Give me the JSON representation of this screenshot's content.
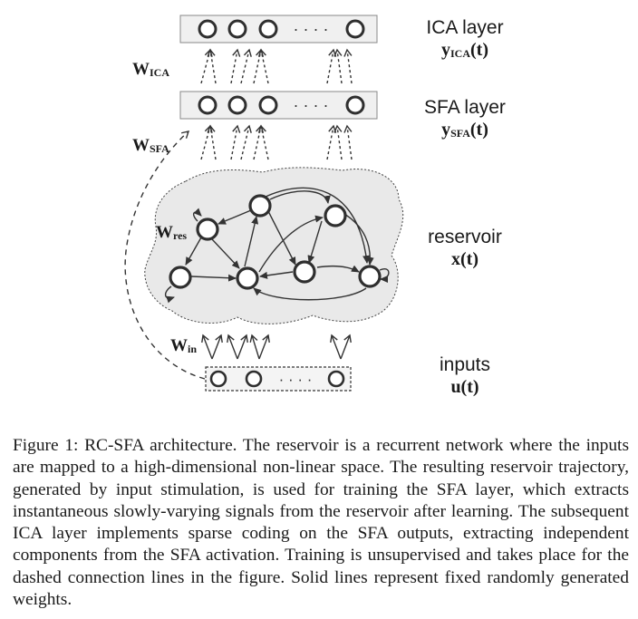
{
  "layers": {
    "ica": {
      "name": "ICA layer",
      "output_symbol": "y",
      "output_subscript": "ICA",
      "output_arg": "(t)",
      "weight_symbol": "W",
      "weight_subscript": "ICA"
    },
    "sfa": {
      "name": "SFA layer",
      "output_symbol": "y",
      "output_subscript": "SFA",
      "output_arg": "(t)",
      "weight_symbol": "W",
      "weight_subscript": "SFA"
    },
    "reservoir": {
      "name": "reservoir",
      "state": "x(t)",
      "weight_symbol": "W",
      "weight_subscript": "res"
    },
    "inputs": {
      "name": "inputs",
      "state": "u(t)",
      "weight_symbol": "W",
      "weight_subscript": "in"
    }
  },
  "ellipsis": "· · · ·",
  "caption": "Figure 1: RC-SFA architecture. The reservoir is a recurrent network where the inputs are mapped to a high-dimensional non-linear space. The resulting reservoir trajectory, generated by input stimulation, is used for training the SFA layer, which extracts instantaneous slowly-varying signals from the reservoir after learning. The subsequent ICA layer implements sparse coding on the SFA outputs, extracting independent components from the SFA activation. Training is unsupervised and takes place for the dashed connection lines in the figure. Solid lines represent fixed randomly generated weights.",
  "colors": {
    "node_stroke": "#2f2f2f",
    "layer_fill": "#f0f0f0",
    "cloud_fill": "#e9e9e9",
    "line": "#333333"
  }
}
